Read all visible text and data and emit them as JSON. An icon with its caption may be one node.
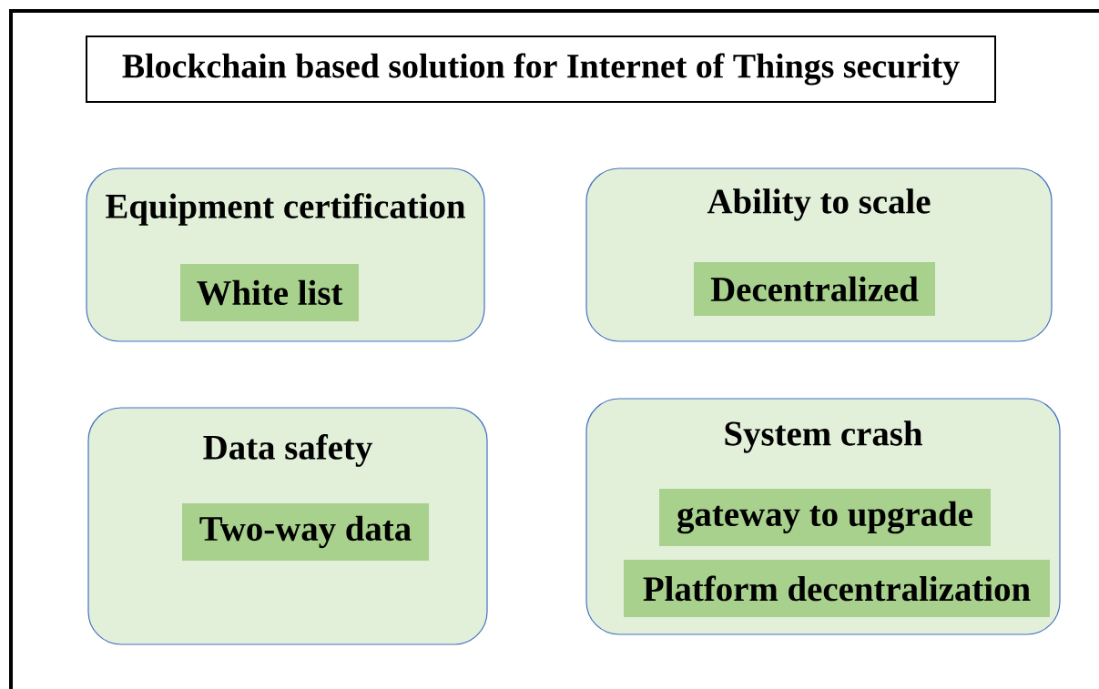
{
  "diagram": {
    "nodes": [
      {
        "text": [
          "Blockchain based solution for Internet of Things security"
        ]
      },
      {
        "text": [
          "Equipment certification"
        ]
      },
      {
        "text": [
          "White list"
        ],
        "in": 1
      },
      {
        "text": [
          "Ability to scale"
        ]
      },
      {
        "text": [
          "Decentralized"
        ],
        "in": 3
      },
      {
        "text": [
          "Data safety"
        ]
      },
      {
        "text": [
          "Two-way data"
        ],
        "in": 5
      },
      {
        "text": [
          "System crash"
        ]
      },
      {
        "text": [
          "gateway to upgrade"
        ],
        "in": 7
      },
      {
        "text": [
          "Platform decentralization"
        ],
        "in": 7
      }
    ],
    "edges": []
  }
}
